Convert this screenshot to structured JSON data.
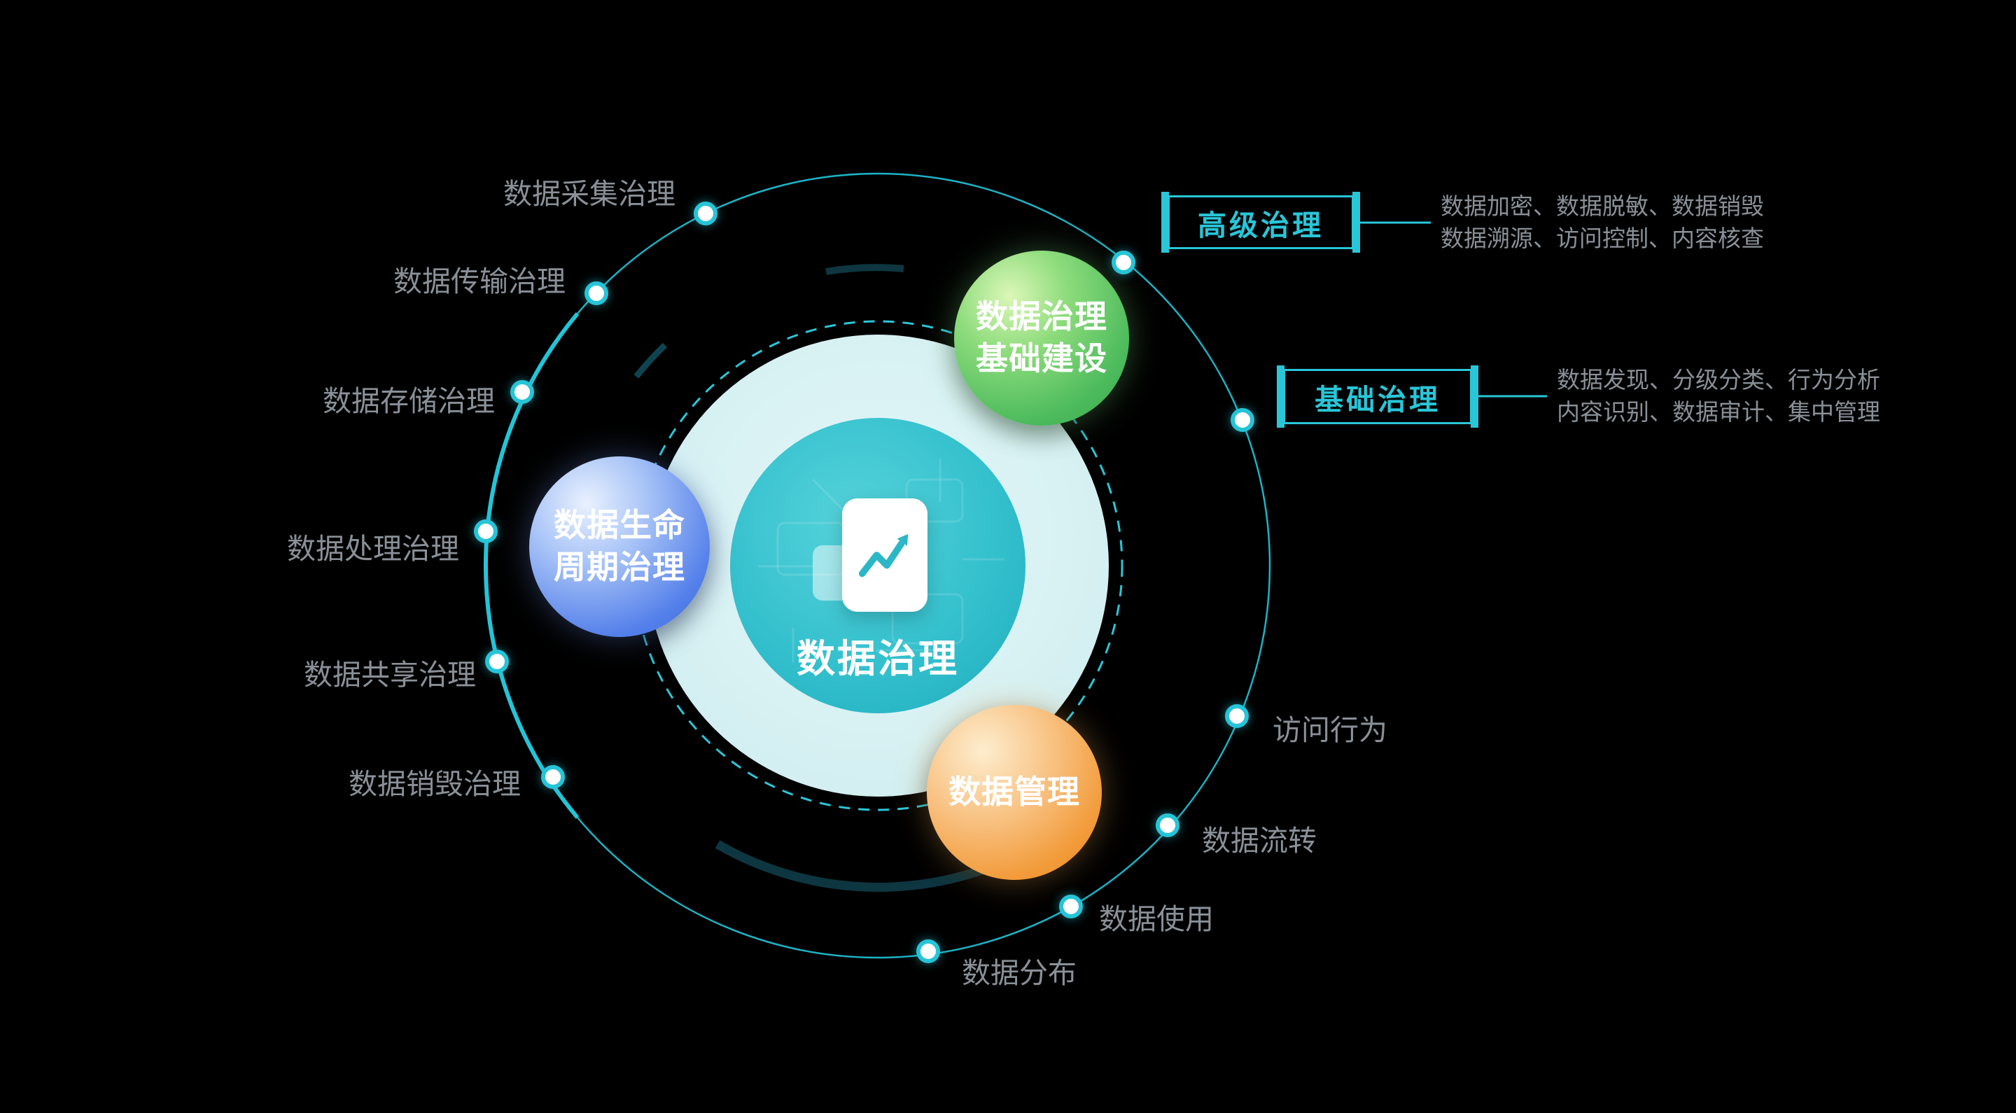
{
  "diagram": {
    "center": {
      "title": "数据治理",
      "icon": "chart-line-card-icon"
    },
    "satellites": {
      "infrastructure": {
        "line1": "数据治理",
        "line2": "基础建设"
      },
      "lifecycle": {
        "line1": "数据生命",
        "line2": "周期治理"
      },
      "management": {
        "line1": "数据管理"
      }
    },
    "orbit_labels_left": [
      "数据采集治理",
      "数据传输治理",
      "数据存储治理",
      "数据处理治理",
      "数据共享治理",
      "数据销毁治理"
    ],
    "orbit_labels_right": [
      "访问行为",
      "数据流转",
      "数据使用",
      "数据分布"
    ],
    "callouts": [
      {
        "title": "高级治理",
        "desc1": "数据加密、数据脱敏、数据销毁",
        "desc2": "数据溯源、访问控制、内容核查"
      },
      {
        "title": "基础治理",
        "desc1": "数据发现、分级分类、行为分析",
        "desc2": "内容识别、数据审计、集中管理"
      }
    ],
    "colors": {
      "background": "#000000",
      "accent_teal": "#29c6d8",
      "label_gray": "#8a9097",
      "center_fill": "#30bfcc",
      "pale_ring": "#d9f2f4",
      "satellite_green": "#4cbb5c",
      "satellite_blue": "#5480ea",
      "satellite_orange": "#f29b3a"
    }
  }
}
